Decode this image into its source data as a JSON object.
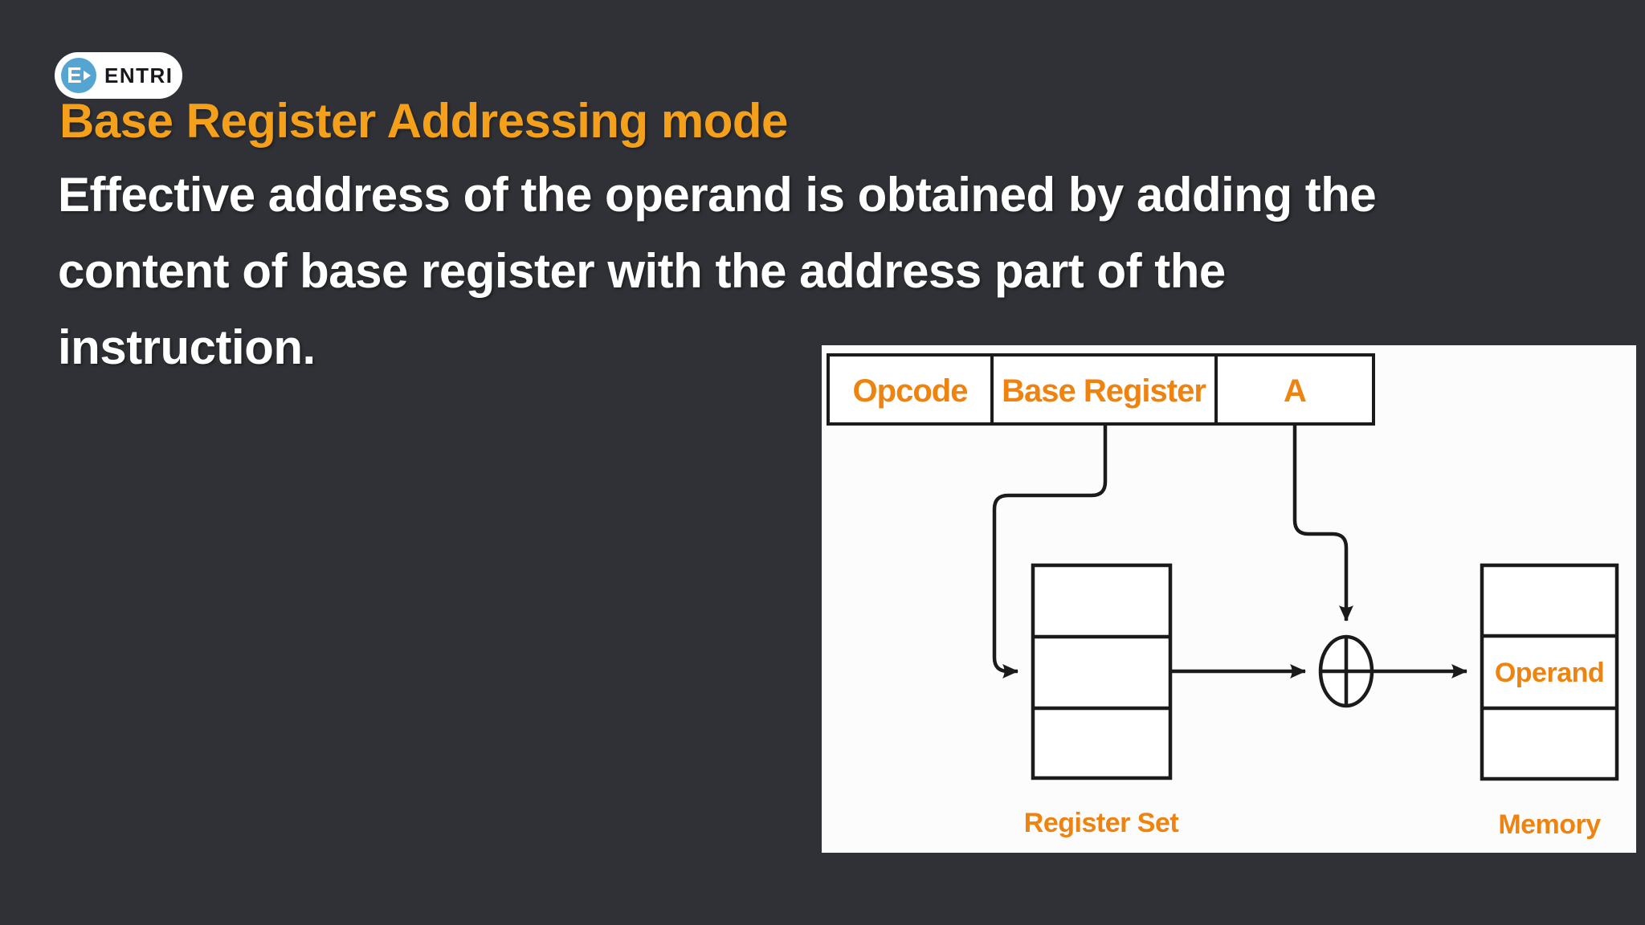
{
  "slide": {
    "background_color": "#2f3136",
    "logo": {
      "brand": "ENTRI",
      "icon_letter": "E",
      "pill_color": "#ffffff",
      "circle_color": "#55a5d3",
      "text_color": "#17181d"
    },
    "title": {
      "text": "Base Register Addressing mode",
      "color": "#f4a01b"
    },
    "body_lines": [
      "Effective address of the operand is obtained by adding the",
      "content of base register with the address part of the",
      "instruction."
    ],
    "body_color": "#ffffff"
  },
  "diagram": {
    "panel_background": "#fcfcfc",
    "line_color": "#1b1b1b",
    "label_color": "#ee830f",
    "instruction_fields": [
      "Opcode",
      "Base Register",
      "A"
    ],
    "register_set": {
      "label": "Register Set",
      "rows": 3
    },
    "memory": {
      "label": "Memory",
      "rows": 3,
      "operand_cell": "Operand"
    },
    "adder_icon": "circled-plus"
  }
}
